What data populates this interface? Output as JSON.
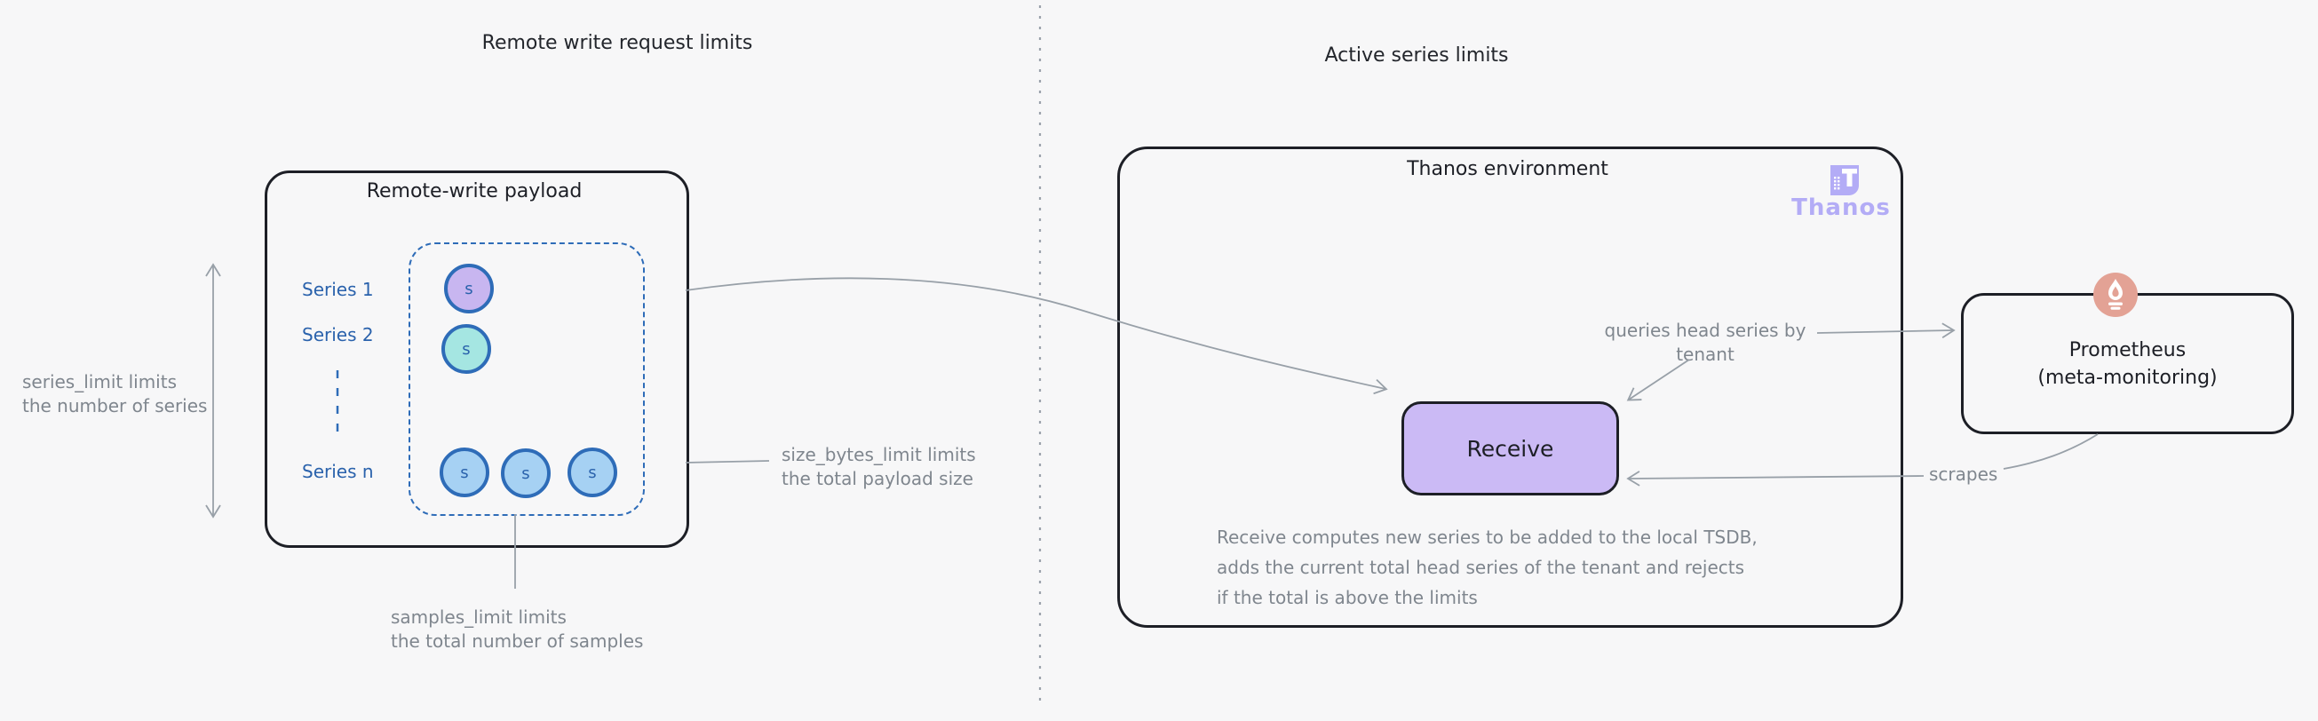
{
  "titles": {
    "remote_write_limits": "Remote write request limits",
    "active_series_limits": "Active series limits"
  },
  "payload_box": {
    "title": "Remote-write payload",
    "series": [
      {
        "label": "Series 1",
        "samples": [
          "s"
        ]
      },
      {
        "label": "Series 2",
        "samples": [
          "s"
        ]
      },
      {
        "label": "Series n",
        "samples": [
          "s",
          "s",
          "s"
        ]
      }
    ]
  },
  "annotations": {
    "series_limit_line1": "series_limit limits",
    "series_limit_line2": "the number of series",
    "size_bytes_line1": "size_bytes_limit limits",
    "size_bytes_line2": "the total payload size",
    "samples_line1": "samples_limit limits",
    "samples_line2": "the total number of samples",
    "queries_line1": "queries head series by",
    "queries_line2": "tenant",
    "scrapes": "scrapes",
    "receive_note_line1": "Receive computes new series to be added to the local TSDB,",
    "receive_note_line2": "adds the current total head series of the tenant and rejects",
    "receive_note_line3": "if the total is above the limits"
  },
  "thanos": {
    "env_title": "Thanos environment",
    "logo_label": "Thanos",
    "receive_label": "Receive"
  },
  "prometheus": {
    "name": "Prometheus",
    "subtitle": "(meta-monitoring)"
  },
  "colors": {
    "background": "#f7f7f8",
    "stroke_black": "#1d1f26",
    "series_blue_stroke": "#2e6cb8",
    "series_blue_text": "#2a62ac",
    "series1_fill": "#c8b6f0",
    "series2_fill": "#a5e6e2",
    "seriesn_fill": "#a6d1f3",
    "receive_fill": "#cbbaf5",
    "annotation_gray": "#7f868e",
    "connector_gray": "#98a0a8",
    "divider_gray": "#9aa1ab",
    "thanos_purple": "#b3acf6",
    "prometheus_salmon": "#e3a295"
  }
}
